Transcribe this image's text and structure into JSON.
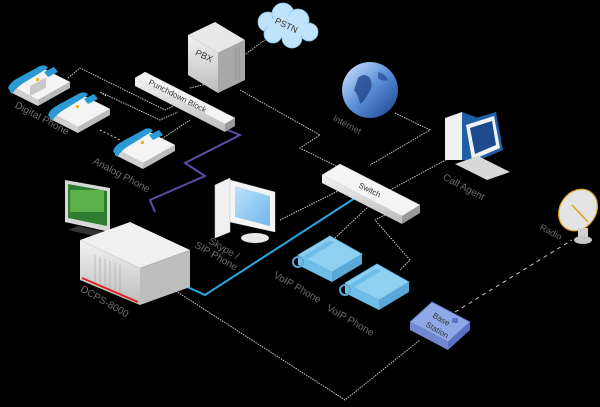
{
  "diagram": {
    "colors": {
      "background": "#000000",
      "wire": "#c8c8c8",
      "analog_wire": "#5a4fa8",
      "ethernet_wire": "#2aa7e0",
      "label_text": "#6e6e6e",
      "phone_blue": "#2a9ad6",
      "voip_phone": "#8fd0f2"
    },
    "nodes": {
      "pbx": {
        "label": "PBX"
      },
      "pstn": {
        "label": "PSTN"
      },
      "punchdown": {
        "label": "Punchdown Block"
      },
      "switch": {
        "label": "Switch"
      },
      "internet": {
        "label": "Internet"
      },
      "call_agent": {
        "label": "Call Agent"
      },
      "digital_phone": {
        "label": "Digital Phone"
      },
      "analog_phone": {
        "label": "Analog Phone"
      },
      "skype_phone": {
        "label_line1": "Skype /",
        "label_line2": "SIP Phone"
      },
      "voip_phone_1": {
        "label": "VoIP Phone"
      },
      "voip_phone_2": {
        "label": "VoIP Phone"
      },
      "dcps": {
        "label": "DCPS-8000"
      },
      "base_station": {
        "label_line1": "Base",
        "label_line2": "Station"
      },
      "radio": {
        "label": "Radio"
      }
    }
  }
}
